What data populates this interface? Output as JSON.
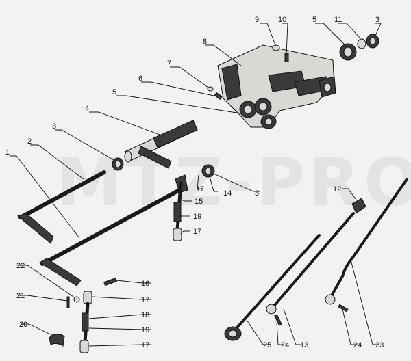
{
  "watermark": "MTZ-PRO",
  "callouts": [
    {
      "id": "c1",
      "text": "1"
    },
    {
      "id": "c2",
      "text": "2"
    },
    {
      "id": "c3a",
      "text": "3"
    },
    {
      "id": "c3b",
      "text": "3"
    },
    {
      "id": "c3c",
      "text": "3"
    },
    {
      "id": "c4",
      "text": "4"
    },
    {
      "id": "c5a",
      "text": "5"
    },
    {
      "id": "c5b",
      "text": "5"
    },
    {
      "id": "c6",
      "text": "6"
    },
    {
      "id": "c7",
      "text": "7"
    },
    {
      "id": "c8",
      "text": "8"
    },
    {
      "id": "c9",
      "text": "9"
    },
    {
      "id": "c10",
      "text": "10"
    },
    {
      "id": "c11",
      "text": "11"
    },
    {
      "id": "c12",
      "text": "12"
    },
    {
      "id": "c13",
      "text": "13"
    },
    {
      "id": "c14",
      "text": "14"
    },
    {
      "id": "c15",
      "text": "15"
    },
    {
      "id": "c16",
      "text": "16"
    },
    {
      "id": "c17a",
      "text": "17"
    },
    {
      "id": "c17b",
      "text": "17"
    },
    {
      "id": "c17c",
      "text": "17"
    },
    {
      "id": "c17d",
      "text": "17"
    },
    {
      "id": "c18",
      "text": "18"
    },
    {
      "id": "c19a",
      "text": "19"
    },
    {
      "id": "c19b",
      "text": "19"
    },
    {
      "id": "c20",
      "text": "20"
    },
    {
      "id": "c21",
      "text": "21"
    },
    {
      "id": "c22",
      "text": "22"
    },
    {
      "id": "c23",
      "text": "23"
    },
    {
      "id": "c24a",
      "text": "24"
    },
    {
      "id": "c24b",
      "text": "24"
    },
    {
      "id": "c25",
      "text": "25"
    }
  ]
}
